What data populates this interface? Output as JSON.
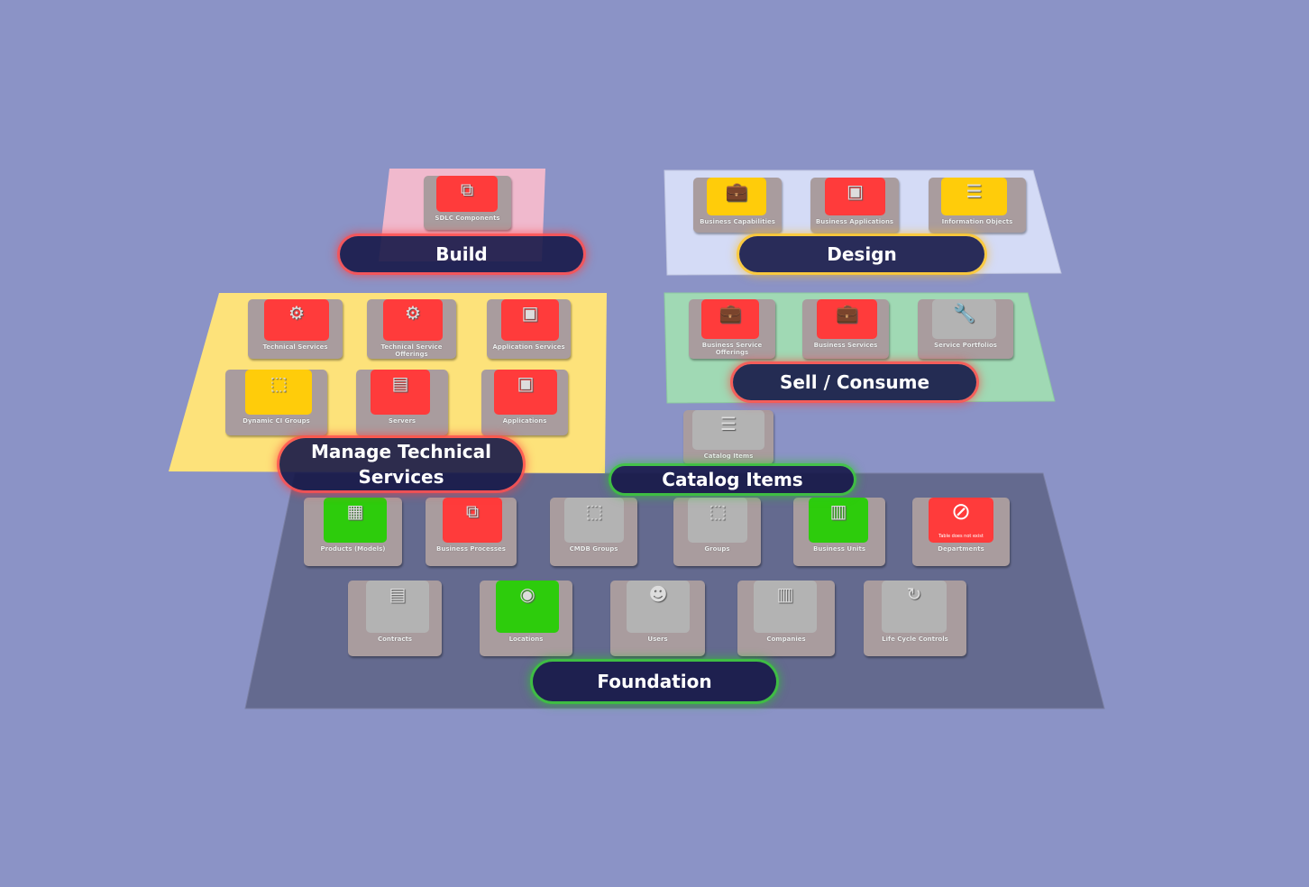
{
  "colors": {
    "background": "#8b93c6",
    "red": "#ff3b3b",
    "yellow": "#ffcc0a",
    "green": "#2dcc0c",
    "gray": "#b3b3b3",
    "pill": "#16184a"
  },
  "groups": {
    "build": {
      "label": "Build",
      "tiles": [
        {
          "label": "SDLC Components",
          "status": "red",
          "icon": "code-components-icon"
        }
      ]
    },
    "design": {
      "label": "Design",
      "tiles": [
        {
          "label": "Business Capabilities",
          "status": "yellow",
          "icon": "briefcase-check-icon"
        },
        {
          "label": "Business Applications",
          "status": "red",
          "icon": "application-icon"
        },
        {
          "label": "Information Objects",
          "status": "yellow",
          "icon": "document-link-icon"
        }
      ]
    },
    "sell_consume": {
      "label": "Sell / Consume",
      "tiles": [
        {
          "label": "Business Service Offerings",
          "status": "red",
          "icon": "briefcase-wrench-icon"
        },
        {
          "label": "Business Services",
          "status": "red",
          "icon": "briefcase-wrench-icon"
        },
        {
          "label": "Service Portfolios",
          "status": "gray",
          "icon": "wrench-icon"
        }
      ]
    },
    "manage_technical": {
      "label": "Manage Technical Services",
      "tiles": [
        {
          "label": "Technical Services",
          "status": "red",
          "icon": "gears-icon"
        },
        {
          "label": "Technical Service Offerings",
          "status": "red",
          "icon": "gears-hand-icon"
        },
        {
          "label": "Application Services",
          "status": "red",
          "icon": "application-icon"
        },
        {
          "label": "Dynamic CI Groups",
          "status": "yellow",
          "icon": "ci-group-icon"
        },
        {
          "label": "Servers",
          "status": "red",
          "icon": "server-icon"
        },
        {
          "label": "Applications",
          "status": "red",
          "icon": "application-icon"
        }
      ]
    },
    "catalog": {
      "label": "Catalog Items",
      "tiles": [
        {
          "label": "Catalog Items",
          "status": "gray",
          "icon": "catalog-icon"
        }
      ]
    },
    "foundation": {
      "label": "Foundation",
      "tiles": [
        {
          "label": "Products (Models)",
          "status": "green",
          "icon": "product-model-icon"
        },
        {
          "label": "Business Processes",
          "status": "red",
          "icon": "process-icon"
        },
        {
          "label": "CMDB Groups",
          "status": "gray",
          "icon": "ci-group-icon"
        },
        {
          "label": "Groups",
          "status": "gray",
          "icon": "ci-group-icon"
        },
        {
          "label": "Business Units",
          "status": "green",
          "icon": "building-icon"
        },
        {
          "label": "Departments",
          "status": "red",
          "icon": "prohibited-icon",
          "note": "Table does not exist"
        },
        {
          "label": "Contracts",
          "status": "gray",
          "icon": "contract-icon"
        },
        {
          "label": "Locations",
          "status": "green",
          "icon": "location-pin-icon"
        },
        {
          "label": "Users",
          "status": "gray",
          "icon": "users-icon"
        },
        {
          "label": "Companies",
          "status": "gray",
          "icon": "company-icon"
        },
        {
          "label": "Life Cycle Controls",
          "status": "gray",
          "icon": "lifecycle-icon"
        }
      ]
    }
  }
}
